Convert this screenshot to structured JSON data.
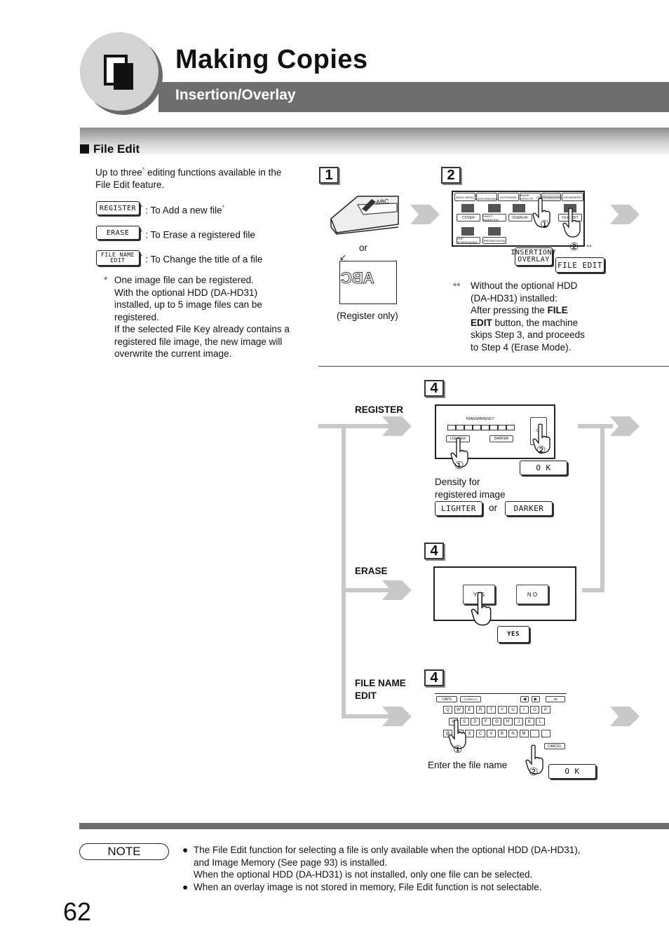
{
  "header": {
    "title": "Making Copies",
    "subtitle": "Insertion/Overlay"
  },
  "section": {
    "title": "File Edit",
    "intro_a": "Up to three",
    "intro_star": "*",
    "intro_b": " editing functions available in the",
    "intro_c": "File Edit feature.",
    "functions": [
      {
        "key": "REGISTER",
        "desc": ": To Add a new file",
        "star": "*"
      },
      {
        "key": "ERASE",
        "desc": ": To Erase a registered file",
        "star": ""
      },
      {
        "key": "FILE NAME EDIT",
        "key_l1": "FILE NAME",
        "key_l2": "EDIT",
        "desc": ": To Change the title of a file",
        "star": ""
      }
    ],
    "footnote_mark": "*",
    "footnote": [
      "One image file can be registered.",
      "With the optional HDD (DA-HD31)",
      "installed, up to 5 image files can be",
      "registered.",
      "If the selected File Key already contains a",
      "registered file image, the new image will",
      "overwrite the current image."
    ]
  },
  "step1": {
    "num": "1",
    "or": "or",
    "doc_text": "ABC",
    "register_only": "(Register only)"
  },
  "step2": {
    "num": "2",
    "tabs": [
      "BASIC MENU",
      "2-SIDED/ORIGINAL",
      "EDIT/ERASE",
      "IMAGE EFFECTS",
      "INSERTION/OVERLAY",
      "JOB MEMORY"
    ],
    "buttons": [
      "COVER",
      "SHEET INSERTION",
      "OVERLAY",
      "FILE EDIT",
      "OHP INTERLEAVING",
      "PRESENTATION"
    ],
    "insertion_key_l1": "INSERTION/",
    "insertion_key_l2": "OVERLAY",
    "file_edit_key": "FILE EDIT",
    "circle1": "①",
    "circle2": "②",
    "double_star": "**",
    "note_mark": "**",
    "note_lines": [
      {
        "a": "Without the optional HDD",
        "b": "",
        "c": ""
      },
      {
        "a": "(DA-HD31) installed:",
        "b": "",
        "c": ""
      },
      {
        "a": "After pressing the ",
        "b": "FILE",
        "c": ""
      },
      {
        "a": "",
        "b": "EDIT",
        "c": " button, the machine"
      },
      {
        "a": "skips Step 3, and proceeds",
        "b": "",
        "c": ""
      },
      {
        "a": "to Step 4 (Erase Mode).",
        "b": "",
        "c": ""
      }
    ]
  },
  "step4_register": {
    "num": "4",
    "label": "REGISTER",
    "screen_title": "TRANSPARENCY",
    "lighter_small": "LIGHTER",
    "darker_small": "DARKER",
    "ok_small": "OK",
    "ok_key": "O K",
    "circle1": "①",
    "circle2": "②",
    "density_l1": "Density for",
    "density_l2": "registered image",
    "lighter_key": "LIGHTER",
    "or": "or",
    "darker_key": "DARKER"
  },
  "step4_erase": {
    "num": "4",
    "label": "ERASE",
    "yes_small": "YES",
    "no_small": "N O",
    "yes_key": "YES"
  },
  "step4_filename": {
    "num": "4",
    "label_l1": "FILE NAME",
    "label_l2": "EDIT",
    "top_keys": [
      "CAPS",
      "SYMBOLS"
    ],
    "row1": [
      "Q",
      "W",
      "E",
      "R",
      "T",
      "Y",
      "U",
      "I",
      "O",
      "P"
    ],
    "row2": [
      "A",
      "S",
      "D",
      "F",
      "G",
      "H",
      "J",
      "K",
      "L"
    ],
    "row3": [
      "@",
      "Z",
      "X",
      "C",
      "V",
      "B",
      "N",
      "M",
      ",",
      "."
    ],
    "cancel": "CANCEL",
    "circle1": "①",
    "circle2": "②",
    "enter_text": "Enter the file name",
    "ok_key": "O K"
  },
  "note": {
    "label": "NOTE",
    "bullet": "●",
    "items": [
      {
        "lines": [
          "The File Edit function for selecting a file is only available when the optional HDD (DA-HD31),",
          "and Image Memory (See page 93) is installed.",
          "When the optional HDD (DA-HD31) is not installed, only one file can be selected."
        ]
      },
      {
        "lines": [
          "When an overlay image is not stored in memory, File Edit function is not selectable."
        ]
      }
    ]
  },
  "page_number": "62"
}
